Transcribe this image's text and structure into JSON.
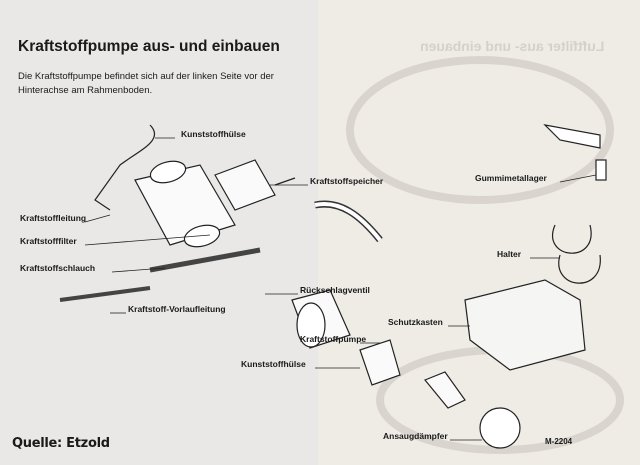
{
  "ghost_title": "Luftfilter aus- und einbauen",
  "title": "Kraftstoffpumpe aus- und einbauen",
  "intro": "Die Kraftstoffpumpe befindet sich auf der linken Seite vor der Hinterachse am Rahmenboden.",
  "labels": {
    "kunststoffhuelse_top": "Kunststoffhülse",
    "kraftstoffspeicher": "Kraftstoffspeicher",
    "gummimetallager": "Gummimetallager",
    "kraftstoffleitung": "Kraftstoffleitung",
    "kraftstofffilter": "Kraftstofffilter",
    "halter": "Halter",
    "kraftstoffschlauch": "Kraftstoffschlauch",
    "rueckschlagventil": "Rückschlagventil",
    "vorlaufleitung": "Kraftstoff-Vorlaufleitung",
    "schutzkasten": "Schutzkasten",
    "kraftstoffpumpe": "Kraftstoffpumpe",
    "kunststoffhuelse_bottom": "Kunststoffhülse",
    "ansaugdaempfer": "Ansaugdämpfer"
  },
  "figure_code": "M-2204",
  "source": "Quelle: Etzold"
}
